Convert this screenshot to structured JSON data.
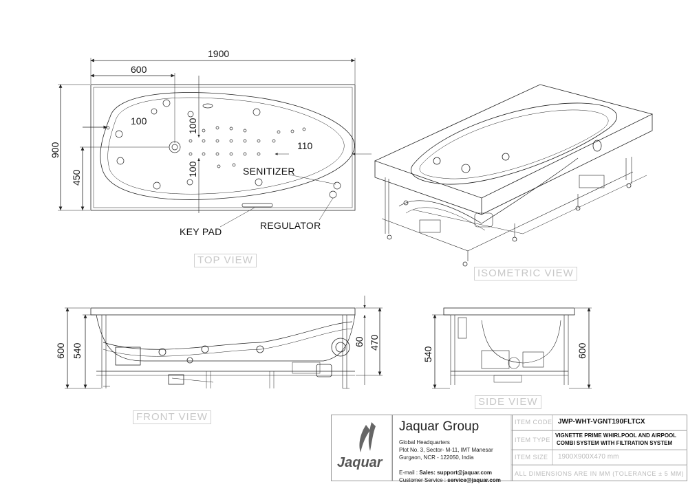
{
  "dimensions": {
    "top_length": "1900",
    "top_offset": "600",
    "top_width": "900",
    "top_half": "450",
    "jet_spacing_h": "100",
    "jet_spacing_v1": "100",
    "jet_spacing_v2": "100",
    "jet_offset": "110",
    "front_height": "600",
    "front_inner": "540",
    "front_rim": "60",
    "front_total": "470",
    "side_inner": "540",
    "side_height": "600"
  },
  "callouts": {
    "sanitizer": "SENITIZER",
    "keypad": "KEY PAD",
    "regulator": "REGULATOR"
  },
  "views": {
    "top": "TOP VIEW",
    "isometric": "ISOMETRIC VIEW",
    "front": "FRONT VIEW",
    "side": "SIDE VIEW"
  },
  "titleblock": {
    "company": "Jaquar Group",
    "hq_title": "Global Headquarters",
    "address_1": "Plot No. 3, Sector- M-11, IMT Manesar",
    "address_2": "Gurgaon, NCR - 122050, India",
    "email_label": "E-mail : ",
    "sales_label": "Sales: ",
    "sales_email": "support@jaquar.com",
    "service_label": "Customer Service : ",
    "service_email": "service@jaquar.com",
    "logo_text": "Jaquar",
    "item_code_label": "ITEM CODE",
    "item_code": "JWP-WHT-VGNT190FLTCX",
    "item_type_label": "ITEM TYPE",
    "item_type_1": "VIGNETTE PRIME WHIRLPOOL AND AIRPOOL",
    "item_type_2": "COMBI SYSTEM WITH FILTRATION SYSTEM",
    "item_size_label": "ITEM SIZE",
    "item_size": "1900X900X470 mm",
    "note": "ALL DIMENSIONS ARE IN MM (TOLERANCE ± 5 MM)"
  },
  "colors": {
    "line": "#222222",
    "faint": "#bbbbbb"
  }
}
